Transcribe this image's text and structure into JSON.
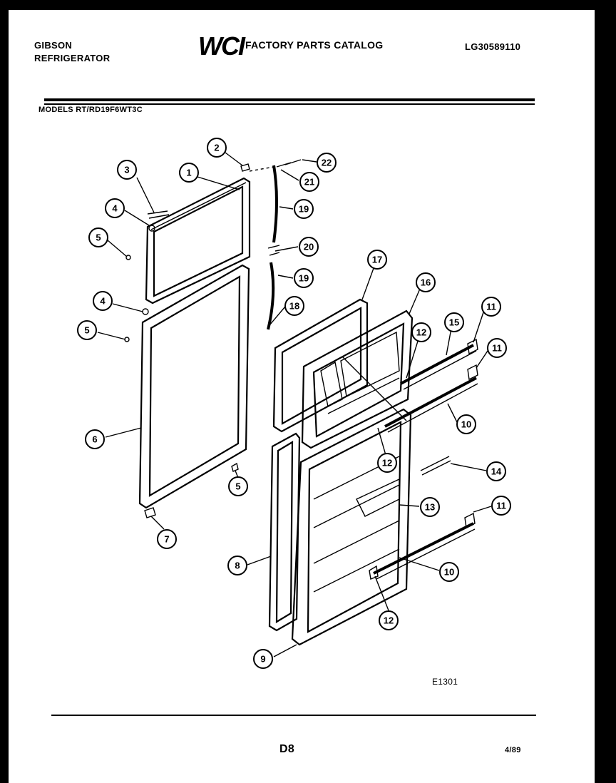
{
  "header": {
    "brand_line1": "GIBSON",
    "brand_line2": "REFRIGERATOR",
    "logo": "WCI",
    "catalog_title": "FACTORY PARTS CATALOG",
    "doc_number": "LG30589110"
  },
  "models": "MODELS RT/RD19F6WT3C",
  "diagram_code": "E1301",
  "footer": {
    "page_code": "D8",
    "date": "4/89"
  },
  "callouts": [
    {
      "label": "1"
    },
    {
      "label": "2"
    },
    {
      "label": "3"
    },
    {
      "label": "4"
    },
    {
      "label": "5"
    },
    {
      "label": "4"
    },
    {
      "label": "5"
    },
    {
      "label": "6"
    },
    {
      "label": "5"
    },
    {
      "label": "7"
    },
    {
      "label": "22"
    },
    {
      "label": "21"
    },
    {
      "label": "19"
    },
    {
      "label": "20"
    },
    {
      "label": "19"
    },
    {
      "label": "18"
    },
    {
      "label": "17"
    },
    {
      "label": "16"
    },
    {
      "label": "12"
    },
    {
      "label": "15"
    },
    {
      "label": "11"
    },
    {
      "label": "11"
    },
    {
      "label": "10"
    },
    {
      "label": "12"
    },
    {
      "label": "14"
    },
    {
      "label": "13"
    },
    {
      "label": "11"
    },
    {
      "label": "8"
    },
    {
      "label": "10"
    },
    {
      "label": "12"
    },
    {
      "label": "9"
    }
  ]
}
